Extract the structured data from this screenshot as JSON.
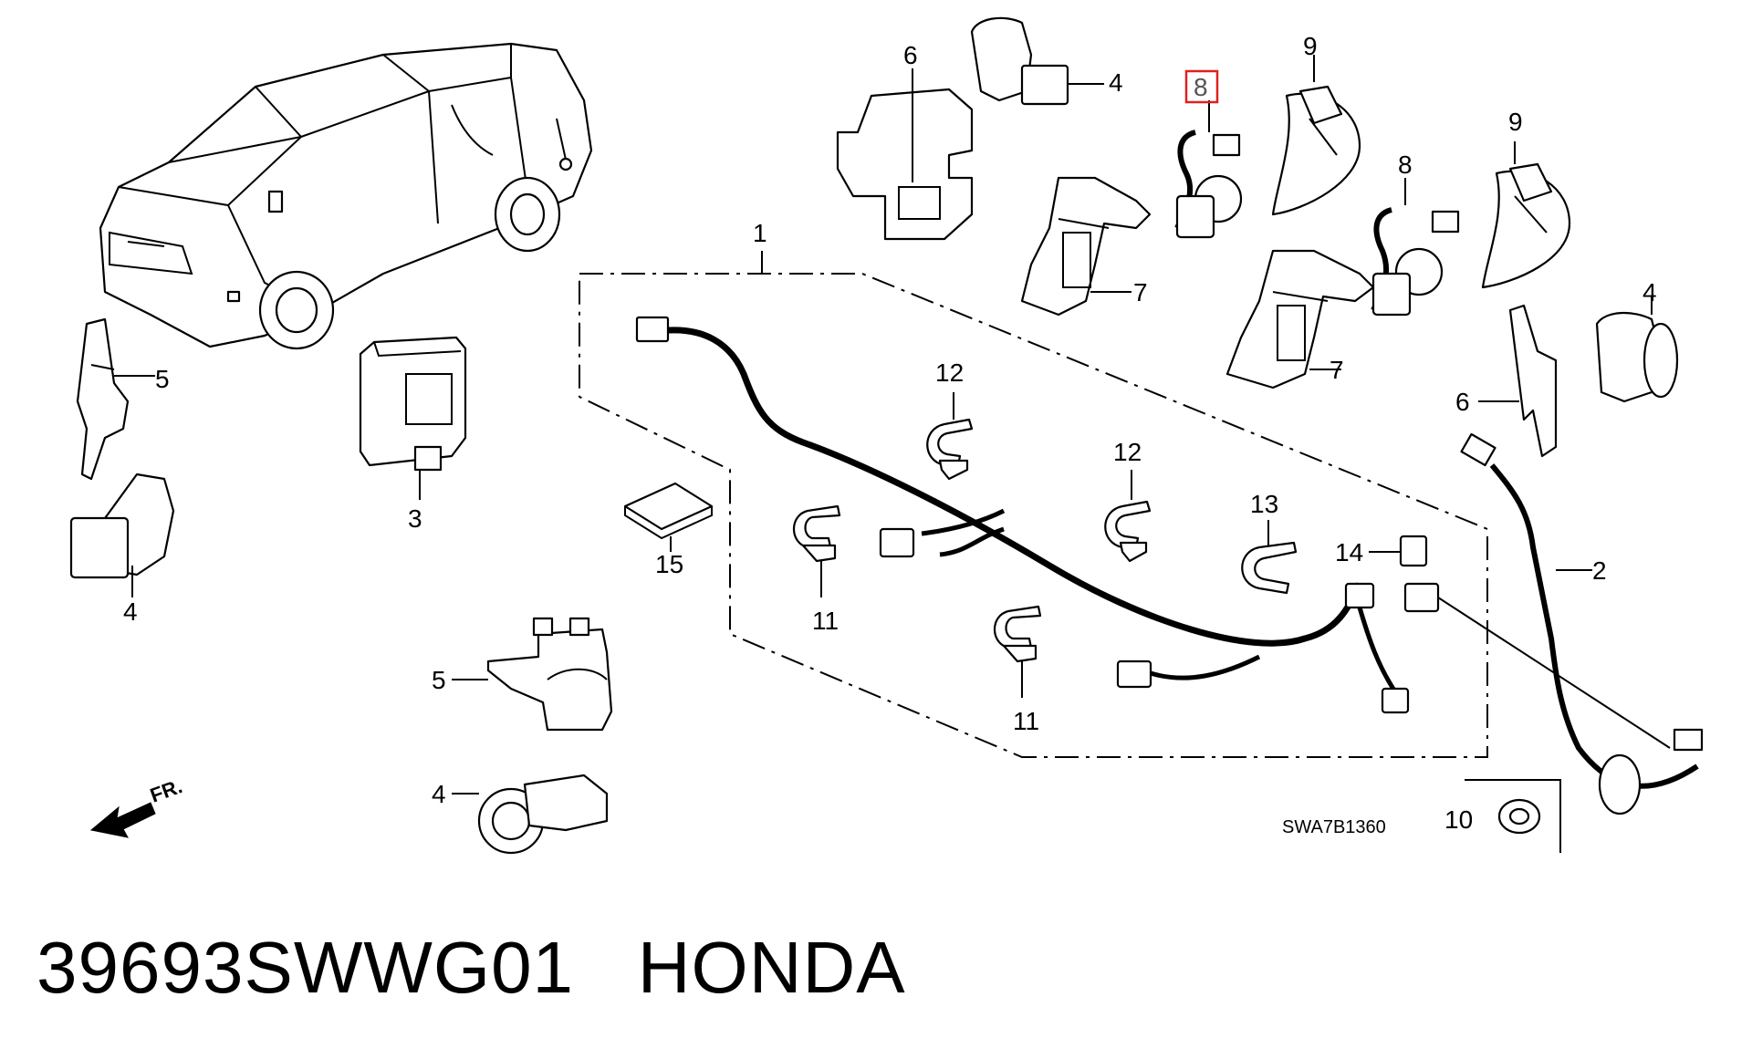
{
  "diagram": {
    "reference_code": "SWA7B1360",
    "front_marker": "FR.",
    "highlighted_callout": "8",
    "callouts": [
      "1",
      "2",
      "3",
      "4",
      "4",
      "4",
      "4",
      "5",
      "5",
      "6",
      "6",
      "7",
      "7",
      "8",
      "8",
      "9",
      "9",
      "10",
      "11",
      "11",
      "12",
      "12",
      "13",
      "14",
      "15"
    ]
  },
  "caption": {
    "part_number": "39693SWWG01",
    "brand": "HONDA"
  }
}
